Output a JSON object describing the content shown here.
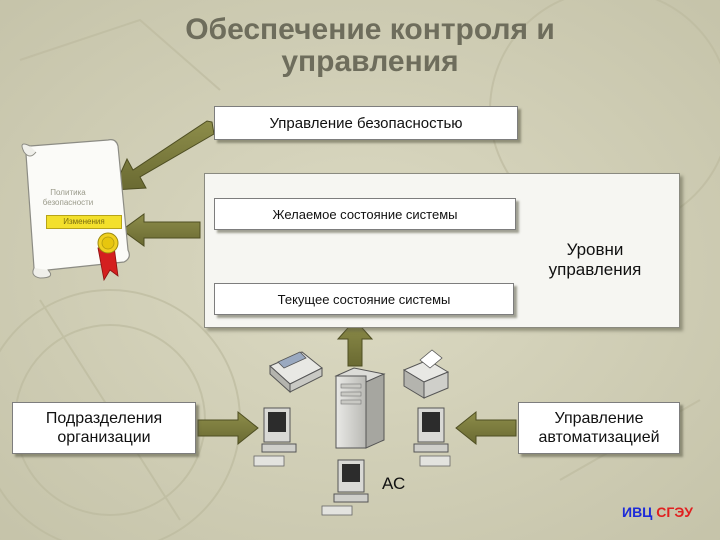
{
  "slide": {
    "title_line1": "Обеспечение контроля и",
    "title_line2": "управления"
  },
  "security_management": "Управление безопасностью",
  "document": {
    "line1": "Политика",
    "line2": "безопасности",
    "stamp": "Изменения"
  },
  "desired_state": "Желаемое состояние системы",
  "current_state": "Текущее состояние системы",
  "control_levels_line1": "Уровни",
  "control_levels_line2": "управления",
  "departments_line1": "Подразделения",
  "departments_line2": "организации",
  "automation_line1": "Управление",
  "automation_line2": "автоматизацией",
  "system_label": "АС",
  "footer": {
    "part1": "ИВЦ",
    "part2": "СГЭУ"
  },
  "colors": {
    "background": "#d3d1b8",
    "arrow_fill": "#7a7a3e",
    "title": "#6e6d5c",
    "footer_blue": "#1d2bd8",
    "footer_red": "#e02020"
  },
  "icons": [
    "scroll-document-icon",
    "award-ribbon-icon",
    "server-icon",
    "computer-icon",
    "printer-icon",
    "scanner-icon"
  ]
}
